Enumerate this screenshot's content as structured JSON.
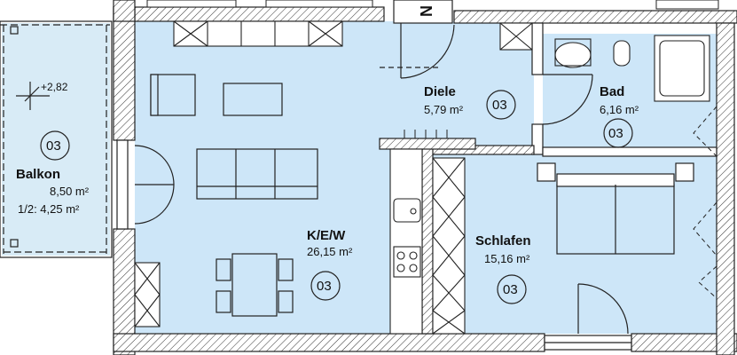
{
  "plan": {
    "colors": {
      "room_fill": "#cde6f8",
      "wall_line": "#222222",
      "balcony_fill": "#d8ebf6",
      "hatch": "#333333"
    },
    "compass": "N",
    "balcony": {
      "level": "+2,82",
      "number": "03",
      "name": "Balkon",
      "area": "8,50 m²",
      "half_area": "1/2: 4,25 m²"
    },
    "rooms": [
      {
        "id": "kew",
        "name": "K/E/W",
        "area": "26,15 m²",
        "number": "03"
      },
      {
        "id": "diele",
        "name": "Diele",
        "area": "5,79 m²",
        "number": "03"
      },
      {
        "id": "bad",
        "name": "Bad",
        "area": "6,16 m²",
        "number": "03"
      },
      {
        "id": "schlafen",
        "name": "Schlafen",
        "area": "15,16 m²",
        "number": "03"
      }
    ]
  }
}
